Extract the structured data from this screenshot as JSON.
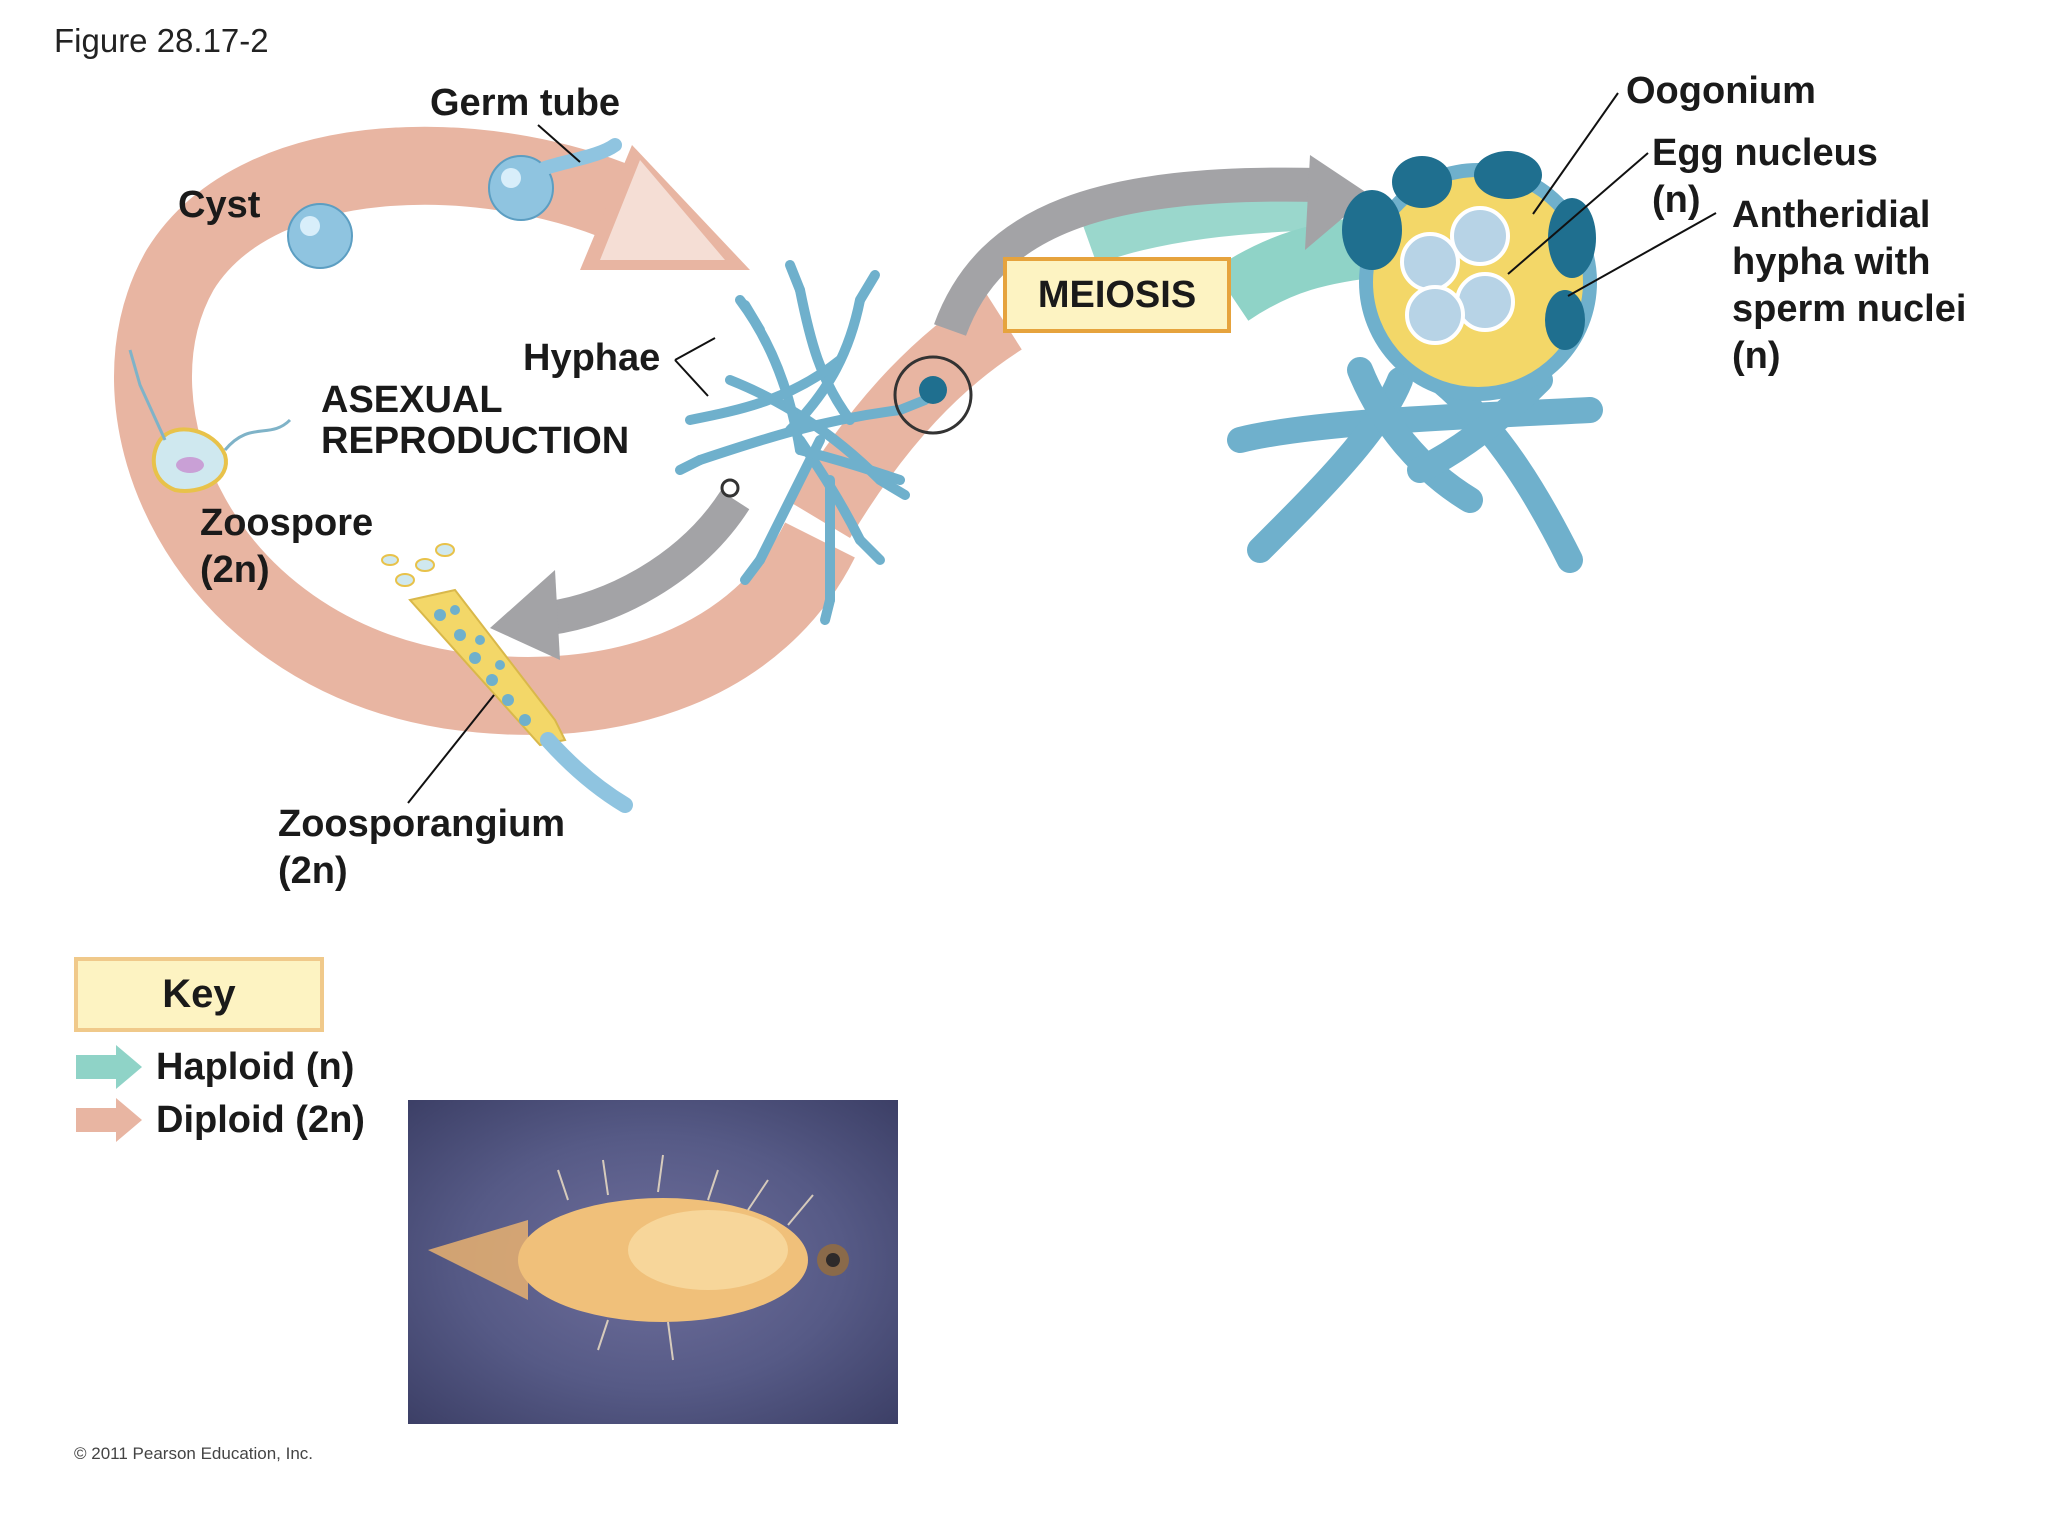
{
  "figure_title": "Figure 28.17-2",
  "labels": {
    "germ_tube": "Germ tube",
    "cyst": "Cyst",
    "hyphae": "Hyphae",
    "asexual_1": "ASEXUAL",
    "asexual_2": "REPRODUCTION",
    "zoospore_1": "Zoospore",
    "zoospore_2": "(2n)",
    "zoosporangium_1": "Zoosporangium",
    "zoosporangium_2": "(2n)",
    "meiosis": "MEIOSIS",
    "oogonium": "Oogonium",
    "egg_nucleus_1": "Egg nucleus",
    "egg_nucleus_2": "(n)",
    "antheridial_1": "Antheridial",
    "antheridial_2": "hypha with",
    "antheridial_3": "sperm nuclei",
    "antheridial_4": "(n)"
  },
  "key": {
    "title": "Key",
    "haploid": "Haploid (n)",
    "diploid": "Diploid (2n)"
  },
  "copyright": "© 2011 Pearson Education, Inc.",
  "colors": {
    "diploid": "#e8b5a2",
    "haploid": "#8fd3c7",
    "gray_arrow": "#a3a3a6",
    "hyphae": "#6fb0cc",
    "hyphae_dark": "#4f8fb0",
    "meiosis_fill": "#fdf3c2",
    "meiosis_border": "#e6a33d",
    "oogonium_yellow": "#f3d768",
    "antheridium": "#1f6f8f"
  }
}
